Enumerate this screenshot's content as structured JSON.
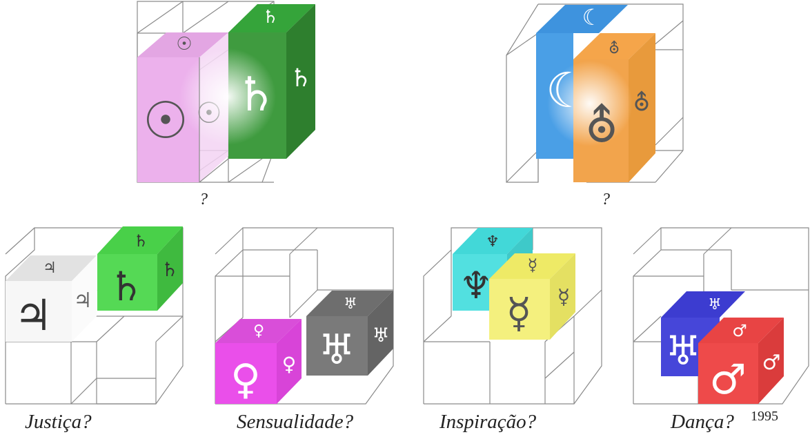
{
  "groups": [
    {
      "id": "top-left",
      "caption": "?",
      "symbols": [
        "☉",
        "♄"
      ],
      "colors": [
        "#e9a4e9",
        "#3f9e3f"
      ]
    },
    {
      "id": "top-right",
      "caption": "?",
      "symbols": [
        "☾",
        "⛢"
      ],
      "colors": [
        "#4a9fe6",
        "#f0a24a"
      ]
    },
    {
      "id": "bottom-1",
      "caption": "Justiça?",
      "symbols": [
        "♃",
        "♄"
      ],
      "colors": [
        "#f2f2f2",
        "#4fd84f"
      ]
    },
    {
      "id": "bottom-2",
      "caption": "Sensualidade?",
      "symbols": [
        "♀",
        "♅"
      ],
      "colors": [
        "#ea4fea",
        "#7a7a7a"
      ]
    },
    {
      "id": "bottom-3",
      "caption": "Inspiração?",
      "symbols": [
        "♆",
        "☿"
      ],
      "colors": [
        "#52e0e0",
        "#f2ee7a"
      ]
    },
    {
      "id": "bottom-4",
      "caption": "Dança?",
      "symbols": [
        "♅",
        "♂"
      ],
      "colors": [
        "#4646d9",
        "#ee4a4a"
      ]
    }
  ],
  "year": "1995",
  "colors": {
    "wireframe": "#8a8a8a",
    "background": "#ffffff"
  }
}
